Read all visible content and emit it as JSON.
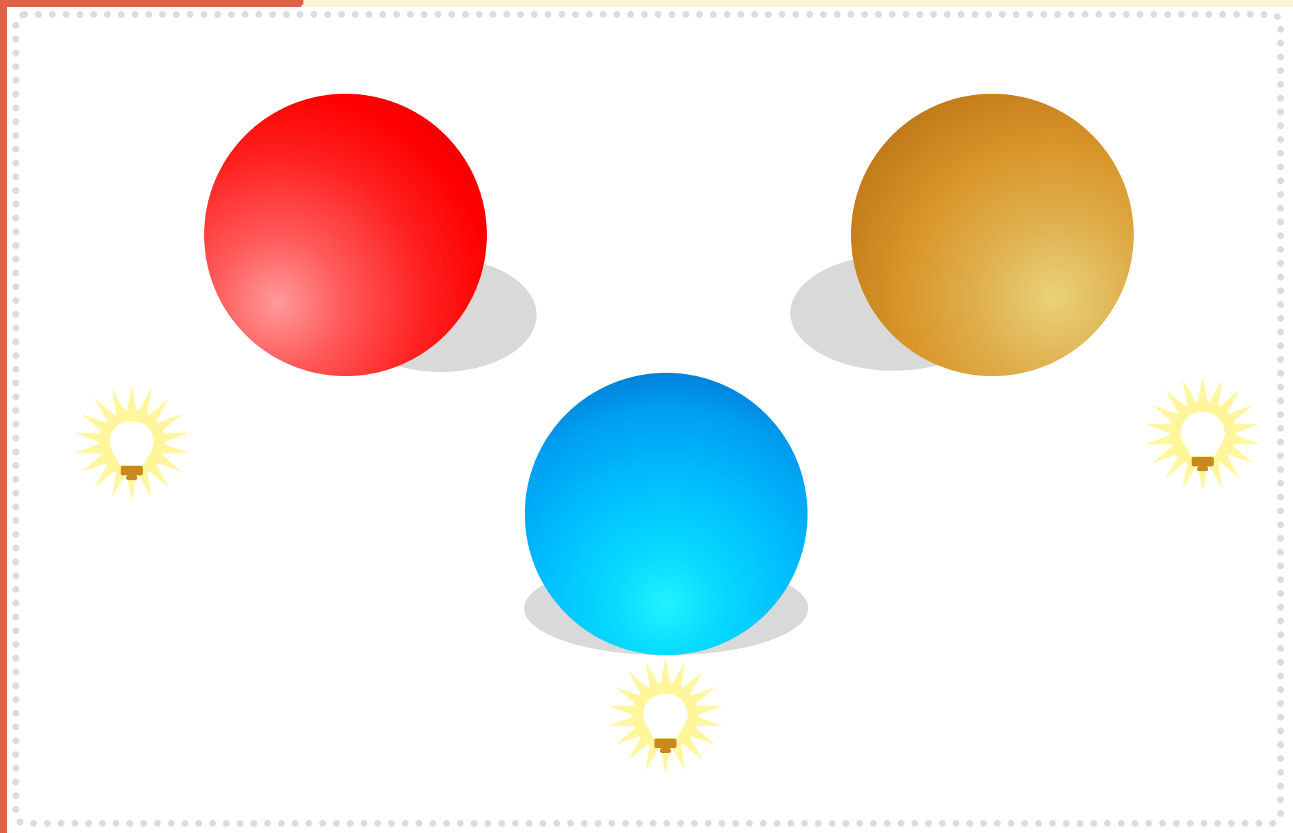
{
  "scene": {
    "spheres": [
      {
        "name": "red-sphere",
        "color": "#ff0000"
      },
      {
        "name": "gold-sphere",
        "color": "#d9962a"
      },
      {
        "name": "blue-sphere",
        "color": "#00bfff"
      }
    ],
    "lights": [
      {
        "name": "light-left",
        "icon": "lightbulb-icon",
        "color": "#fff59a"
      },
      {
        "name": "light-right",
        "icon": "lightbulb-icon",
        "color": "#fff59a"
      },
      {
        "name": "light-bottom",
        "icon": "lightbulb-icon",
        "color": "#fff59a"
      }
    ],
    "colors": {
      "frame_accent": "#e0604a",
      "frame_cream": "#fdf1d6",
      "border_dots": "#dcdcdc",
      "shadow": "#d9d9d9",
      "bulb_base": "#c9891f"
    }
  }
}
